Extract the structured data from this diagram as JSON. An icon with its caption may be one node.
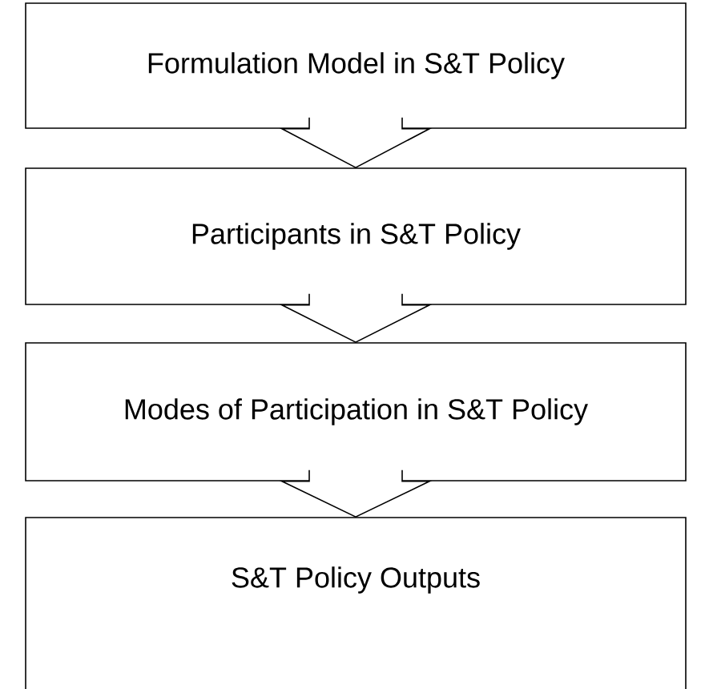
{
  "diagram": {
    "nodes": [
      {
        "text": [
          "Formulation Model in S&T Policy"
        ]
      },
      {
        "text": [
          "Participants in S&T Policy"
        ]
      },
      {
        "text": [
          "Modes of Participation in S&T Policy"
        ]
      },
      {
        "text": [
          "S&T Policy Outputs"
        ]
      }
    ],
    "edges": [
      {
        "from": 0,
        "to": 1,
        "arrow": "to"
      },
      {
        "from": 1,
        "to": 2,
        "arrow": "to"
      },
      {
        "from": 2,
        "to": 3,
        "arrow": "to"
      }
    ]
  }
}
